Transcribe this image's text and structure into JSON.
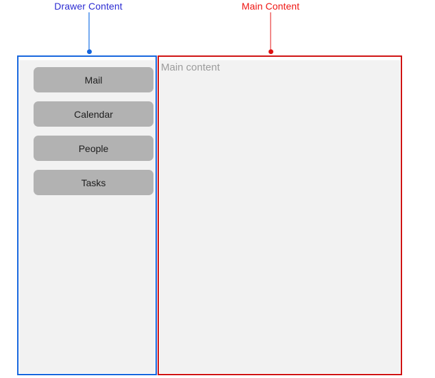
{
  "annotations": {
    "drawer_label": "Drawer Content",
    "main_label": "Main Content",
    "drawer_text_color": "#2b2bd2",
    "main_text_color": "#ee1411",
    "drawer_box_color": "#1565dd",
    "main_box_color": "#cf1212",
    "drawer_line_color": "#74a9f0",
    "main_line_color": "#f28a8a"
  },
  "drawer": {
    "buttons": [
      "Mail",
      "Calendar",
      "People",
      "Tasks"
    ],
    "panel_bg": "#f2f2f2",
    "button_bg": "#b2b2b2"
  },
  "main": {
    "placeholder": "Main content",
    "panel_bg": "#f2f2f2",
    "placeholder_color": "#9b9b9b"
  }
}
